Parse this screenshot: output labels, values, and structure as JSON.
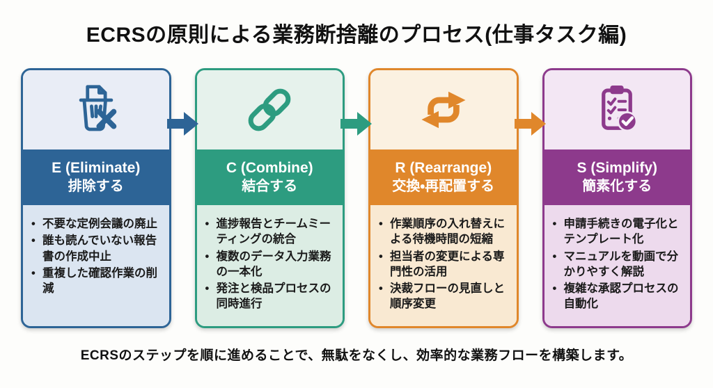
{
  "title": "ECRSの原則による業務断捨離のプロセス(仕事タスク編)",
  "footer": "ECRSのステップを順に進めることで、無駄をなくし、効率的な業務フローを構築します。",
  "steps": [
    {
      "title_en": "E (Eliminate)",
      "title_ja": "排除する",
      "icon": "trash-delete-icon",
      "color": "#2d6496",
      "icon_bg": "#e9edf6",
      "body_bg": "#dbe5f1",
      "bullets": [
        "不要な定例会議の廃止",
        "誰も読んでいない報告書の作成中止",
        "重複した確認作業の削減"
      ]
    },
    {
      "title_en": "C (Combine)",
      "title_ja": "結合する",
      "icon": "chain-link-icon",
      "color": "#2d9c80",
      "icon_bg": "#e6f2ec",
      "body_bg": "#dcede4",
      "bullets": [
        "進捗報告とチームミーティングの統合",
        "複数のデータ入力業務の一本化",
        "発注と検品プロセスの同時進行"
      ]
    },
    {
      "title_en": "R (Rearrange)",
      "title_ja": "交換・再配置する",
      "icon": "cycle-arrows-icon",
      "color": "#e0872b",
      "icon_bg": "#fbf1e1",
      "body_bg": "#f9e9d2",
      "bullets": [
        "作業順序の入れ替えによる待機時間の短縮",
        "担当者の変更による専門性の活用",
        "決裁フローの見直しと順序変更"
      ]
    },
    {
      "title_en": "S (Simplify)",
      "title_ja": "簡素化する",
      "icon": "clipboard-checklist-icon",
      "color": "#8d3a8c",
      "icon_bg": "#f3e7f4",
      "body_bg": "#eddaed",
      "bullets": [
        "申請手続きの電子化とテンプレート化",
        "マニュアルを動画で分かりやすく解説",
        "複雑な承認プロセスの自動化"
      ]
    }
  ],
  "arrows": [
    {
      "color": "#2d6496"
    },
    {
      "color": "#2d9c80"
    },
    {
      "color": "#e0872b"
    }
  ]
}
